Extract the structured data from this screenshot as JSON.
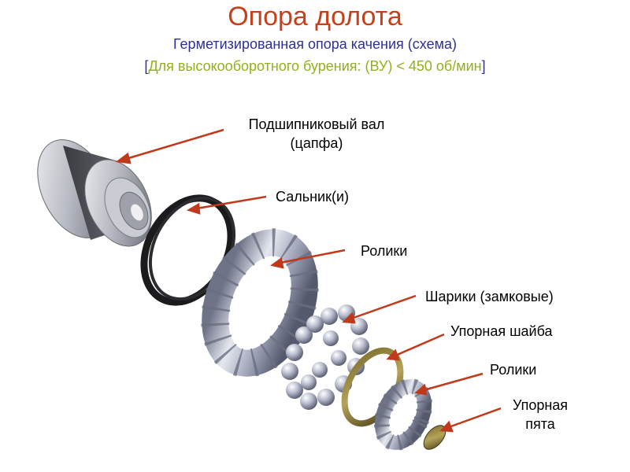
{
  "title": "Опора долота",
  "subtitle": "Герметизированная  опора качения (схема)",
  "condition": {
    "open_bracket": "[",
    "text": "Для высокооборотного бурения: (ВУ) < 450 об/мин",
    "close_bracket": "]"
  },
  "labels": {
    "shaft_line1": "Подшипниковый  вал",
    "shaft_line2": "(цапфа)",
    "seal": "Сальник(и)",
    "rollers": "Ролики",
    "balls": "Шарики  (замковые)",
    "thrust_washer": "Упорная  шайба",
    "rollers_small": "Ролики",
    "thrust_heel_line1": "Упорная",
    "thrust_heel_line2": "пята"
  },
  "colors": {
    "title": "#c8401a",
    "subtitle": "#2e3192",
    "condition": "#8fb21a",
    "arrow": "#c0391b"
  }
}
